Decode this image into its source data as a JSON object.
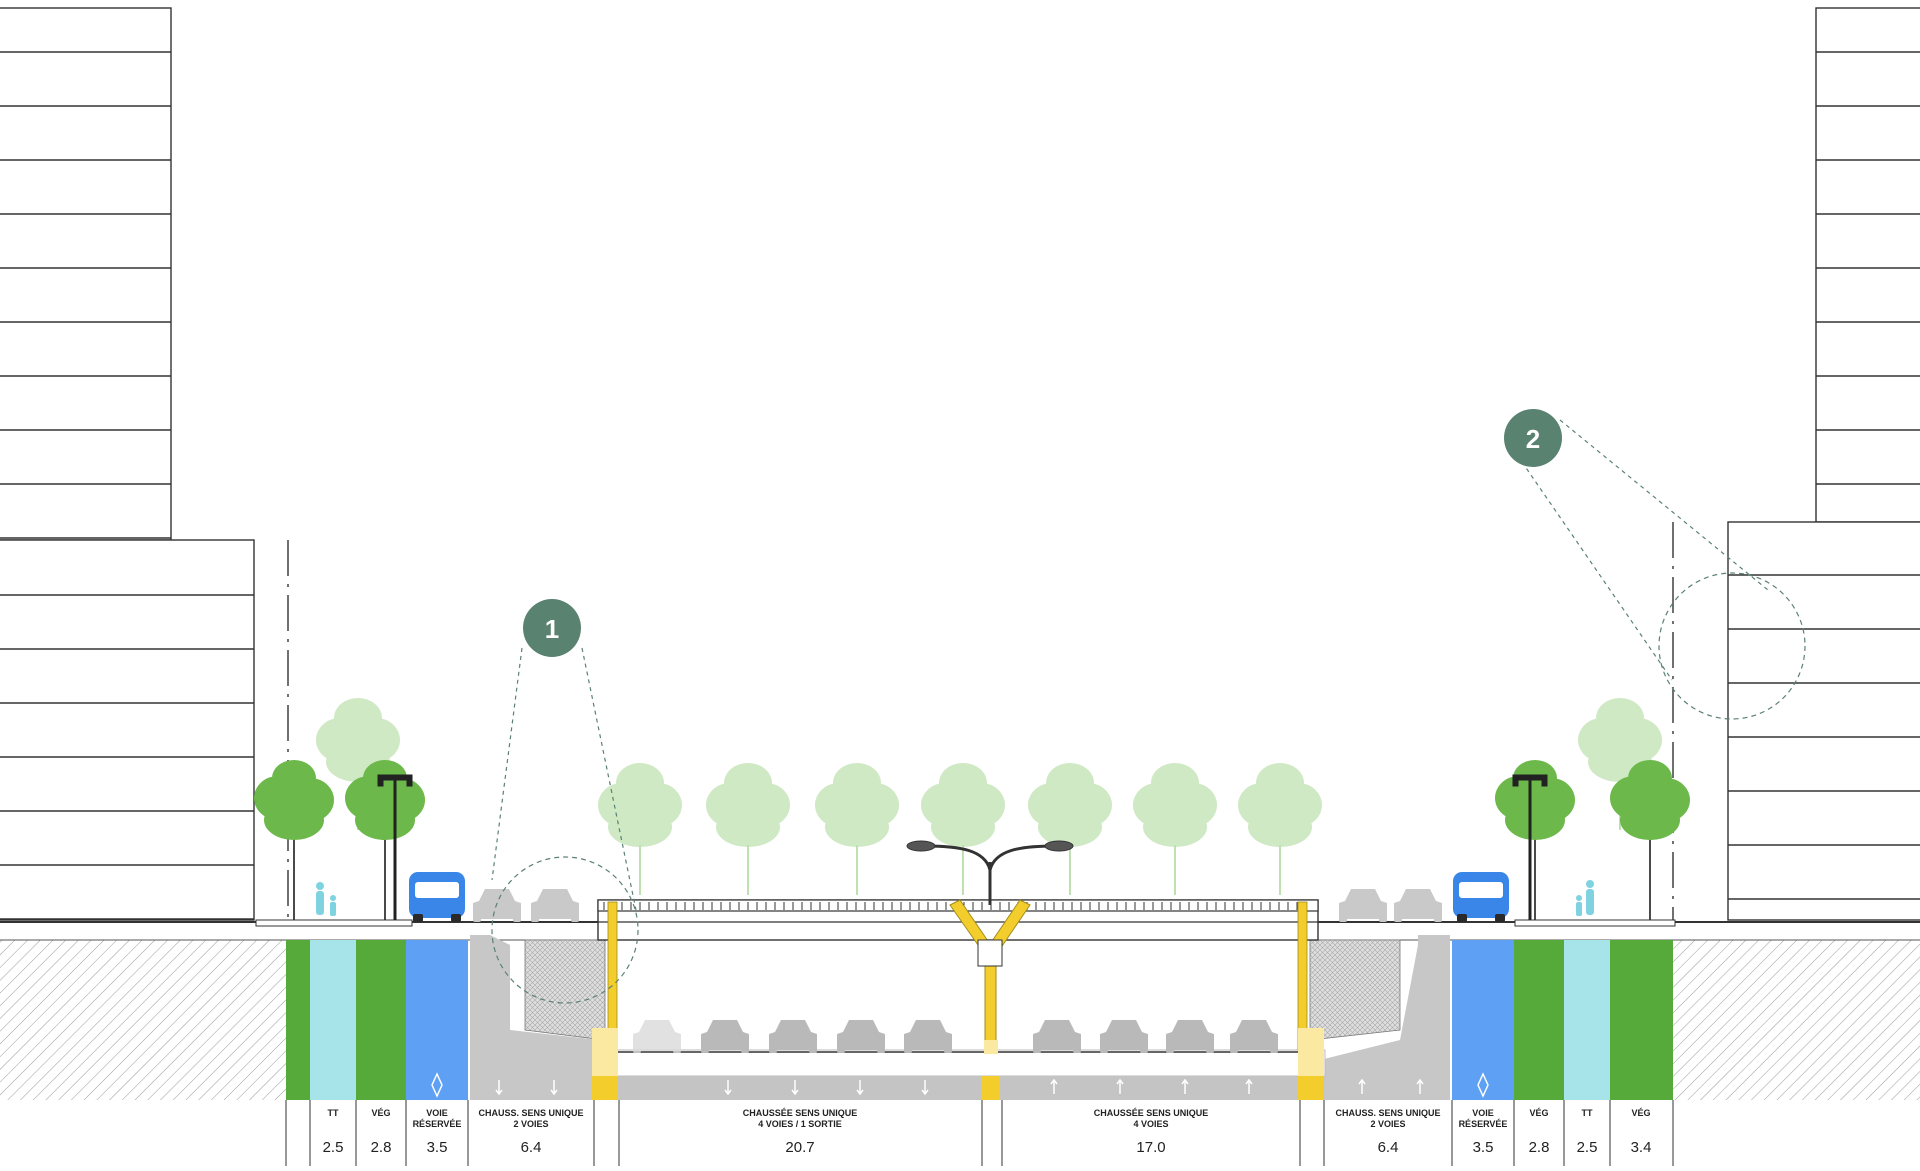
{
  "markers": [
    {
      "id": "marker-1",
      "number": "1"
    },
    {
      "id": "marker-2",
      "number": "2"
    }
  ],
  "colors": {
    "vegetation": "#55aa3a",
    "transit": "#a6e4ea",
    "reserved_lane": "#5da0f4",
    "road": "#c4c4c4",
    "structure": "#f2cd2c",
    "marker": "#5a8270",
    "tree_dark": "#6cb84a",
    "tree_light": "#cfe9c4"
  },
  "cross_section": {
    "segments": [
      {
        "id": "tt-left",
        "line1": "TT",
        "line2": "",
        "width": "2.5"
      },
      {
        "id": "veg-left",
        "line1": "VÉG",
        "line2": "",
        "width": "2.8"
      },
      {
        "id": "bus-left",
        "line1": "VOIE",
        "line2": "RÉSERVÉE",
        "width": "3.5"
      },
      {
        "id": "chauss-left",
        "line1": "CHAUSS. SENS UNIQUE",
        "line2": "2 VOIES",
        "width": "6.4"
      },
      {
        "id": "tunnel-left",
        "line1": "CHAUSSÉE SENS UNIQUE",
        "line2": "4 VOIES / 1 SORTIE",
        "width": "20.7"
      },
      {
        "id": "tunnel-right",
        "line1": "CHAUSSÉE SENS UNIQUE",
        "line2": "4 VOIES",
        "width": "17.0"
      },
      {
        "id": "chauss-right",
        "line1": "CHAUSS. SENS UNIQUE",
        "line2": "2 VOIES",
        "width": "6.4"
      },
      {
        "id": "bus-right",
        "line1": "VOIE",
        "line2": "RÉSERVÉE",
        "width": "3.5"
      },
      {
        "id": "veg-right",
        "line1": "VÉG",
        "line2": "",
        "width": "2.8"
      },
      {
        "id": "tt-right",
        "line1": "TT",
        "line2": "",
        "width": "2.5"
      },
      {
        "id": "veg-right-outer",
        "line1": "VÉG",
        "line2": "",
        "width": "3.4"
      }
    ]
  }
}
